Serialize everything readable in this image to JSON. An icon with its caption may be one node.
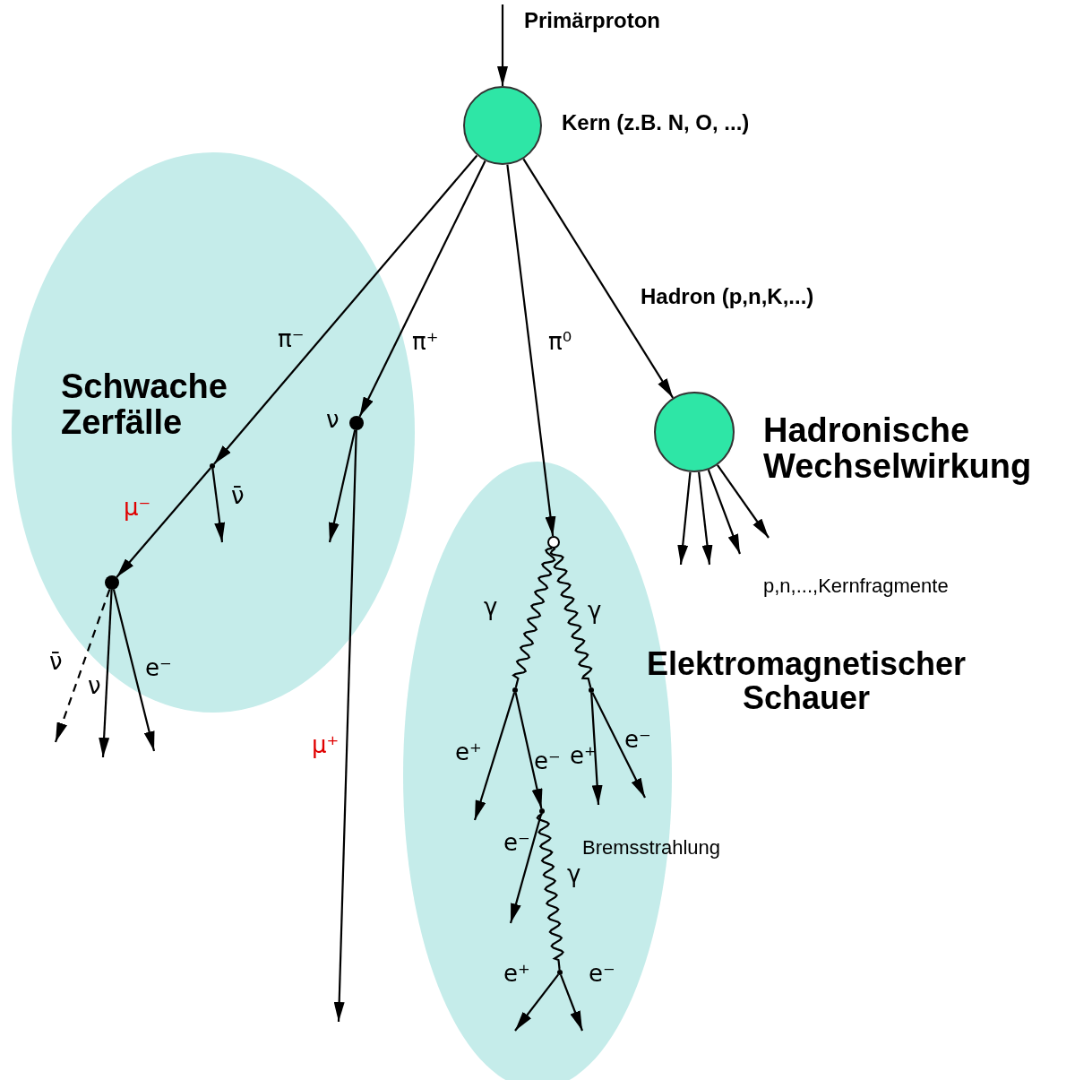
{
  "diagram": {
    "nodes": [
      {
        "text": [],
        "shape": "circle",
        "beside": [
          "Kern (z.B. N, O, ...)"
        ]
      },
      {
        "text": [
          "Schwache Zerfälle"
        ]
      },
      {
        "text": [],
        "shape": "point",
        "in": 1
      },
      {
        "text": [],
        "shape": "point",
        "in": 1
      },
      {
        "text": [],
        "shape": "point",
        "in": 1
      },
      {
        "text": [
          "Elektromagnetischer Schauer"
        ]
      },
      {
        "text": [],
        "shape": "point",
        "in": 5
      },
      {
        "text": [],
        "shape": "point",
        "in": 5
      },
      {
        "text": [],
        "shape": "point",
        "in": 5
      },
      {
        "text": [],
        "shape": "point",
        "in": 5
      },
      {
        "text": [],
        "shape": "point",
        "in": 5
      },
      {
        "text": [],
        "shape": "circle",
        "beside": [
          "Hadronische Wechselwirkung"
        ]
      }
    ],
    "edges": [
      {
        "from": null,
        "to": 0,
        "arrow": "to",
        "label": "Primärproton"
      },
      {
        "from": 0,
        "to": 2,
        "arrow": "to",
        "label": "π⁻"
      },
      {
        "from": 2,
        "to": 4,
        "arrow": "to",
        "label": "μ⁻"
      },
      {
        "from": 2,
        "to": null,
        "arrow": "to",
        "label": "ν̄"
      },
      {
        "from": 4,
        "to": null,
        "arrow": "to",
        "label": "ν̄",
        "style": "dashed"
      },
      {
        "from": 4,
        "to": null,
        "arrow": "to",
        "label": "ν"
      },
      {
        "from": 4,
        "to": null,
        "arrow": "to",
        "label": "e⁻"
      },
      {
        "from": 0,
        "to": 3,
        "arrow": "to",
        "label": "π⁺"
      },
      {
        "from": 3,
        "to": null,
        "arrow": "to",
        "label": "ν"
      },
      {
        "from": 3,
        "to": null,
        "arrow": "to",
        "label": "μ⁺"
      },
      {
        "from": 0,
        "to": 6,
        "arrow": "to",
        "label": "π⁰"
      },
      {
        "from": 6,
        "to": 7,
        "arrow": "none",
        "label": "γ"
      },
      {
        "from": 6,
        "to": 8,
        "arrow": "none",
        "label": "γ"
      },
      {
        "from": 7,
        "to": null,
        "arrow": "to",
        "label": "e⁺"
      },
      {
        "from": 7,
        "to": 9,
        "arrow": "to",
        "label": "e⁻"
      },
      {
        "from": 9,
        "to": null,
        "arrow": "to",
        "label": "e⁻"
      },
      {
        "from": 9,
        "to": 10,
        "arrow": "none",
        "label": "γ"
      },
      {
        "from": 10,
        "to": null,
        "arrow": "to",
        "label": "e⁺"
      },
      {
        "from": 10,
        "to": null,
        "arrow": "to",
        "label": "e⁻"
      },
      {
        "from": 8,
        "to": null,
        "arrow": "to",
        "label": "e⁺"
      },
      {
        "from": 8,
        "to": null,
        "arrow": "to",
        "label": "e⁻"
      },
      {
        "from": 0,
        "to": 11,
        "arrow": "to",
        "label": "Hadron (p,n,K,...)"
      },
      {
        "from": 11,
        "to": null,
        "arrow": "to"
      },
      {
        "from": 11,
        "to": null,
        "arrow": "to"
      },
      {
        "from": 11,
        "to": null,
        "arrow": "to"
      },
      {
        "from": 11,
        "to": null,
        "arrow": "to"
      }
    ],
    "labels": [
      "Bremsstrahlung",
      "p,n,...,Kernfragmente"
    ]
  }
}
